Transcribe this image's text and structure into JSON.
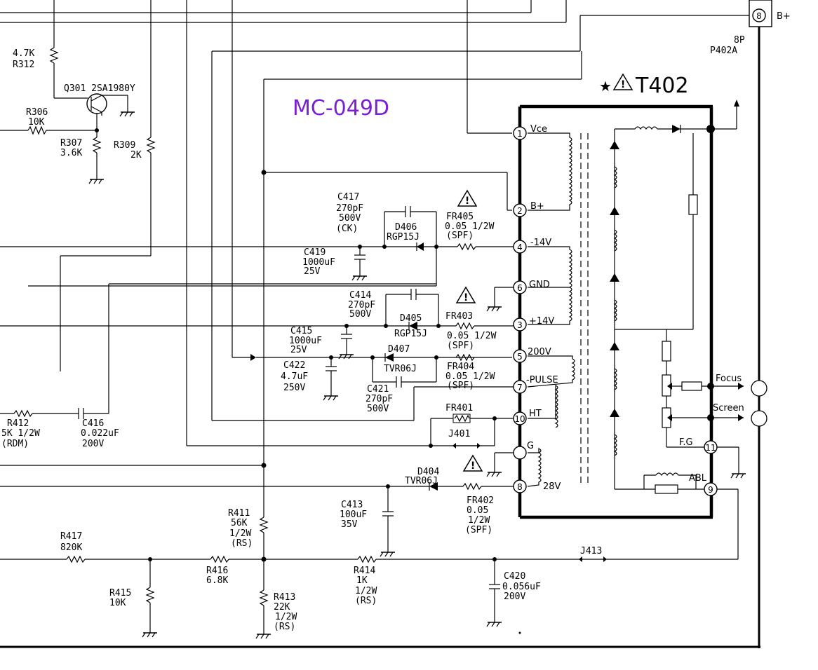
{
  "board_id": "MC-049D",
  "transformer": {
    "ref": "T402",
    "pins": [
      {
        "num": "1",
        "label": "Vce"
      },
      {
        "num": "2",
        "label": "B+"
      },
      {
        "num": "4",
        "label": "-14V"
      },
      {
        "num": "6",
        "label": "GND"
      },
      {
        "num": "3",
        "label": "+14V"
      },
      {
        "num": "5",
        "label": "200V"
      },
      {
        "num": "7",
        "label": "-PULSE"
      },
      {
        "num": "10",
        "label": "HT"
      },
      {
        "num": "",
        "label": "G"
      },
      {
        "num": "8",
        "label": "28V"
      },
      {
        "num": "11",
        "label": "F.G"
      },
      {
        "num": "9",
        "label": "ABL"
      }
    ],
    "outputs": [
      "Focus",
      "Screen"
    ]
  },
  "connector": {
    "pin": "8",
    "label": "B+",
    "ref": "8P",
    "name": "P402A"
  },
  "components": {
    "r312": [
      "4.7K",
      "R312"
    ],
    "q301": [
      "Q301 2SA1980Y"
    ],
    "r306": [
      "R306",
      "10K"
    ],
    "r307": [
      "R307",
      "3.6K"
    ],
    "r309": [
      "R309",
      "2K"
    ],
    "c417": [
      "C417",
      "270pF",
      "500V",
      "(CK)"
    ],
    "d406": [
      "D406",
      "RGP15J"
    ],
    "fr405": [
      "FR405",
      "0.05 1/2W",
      "(SPF)"
    ],
    "c419": [
      "C419",
      "1000uF",
      "25V"
    ],
    "c414": [
      "C414",
      "270pF",
      "500V"
    ],
    "d405": [
      "D405",
      "RGP15J"
    ],
    "fr403": [
      "FR403",
      "0.05 1/2W",
      "(SPF)"
    ],
    "c415": [
      "C415",
      "1000uF",
      "25V"
    ],
    "d407": [
      "D407",
      "TVR06J"
    ],
    "fr404": [
      "FR404",
      "0.05 1/2W",
      "(SPF)"
    ],
    "c422": [
      "C422",
      "4.7uF",
      "250V"
    ],
    "c421": [
      "C421",
      "270pF",
      "500V"
    ],
    "fr401": [
      "FR401"
    ],
    "j401": [
      "J401"
    ],
    "r412": [
      "R412",
      "5K 1/2W",
      "(RDM)"
    ],
    "c416": [
      "C416",
      "0.022uF",
      "200V"
    ],
    "d404": [
      "D404",
      "TVR06J"
    ],
    "fr402": [
      "FR402",
      "0.05",
      "1/2W",
      "(SPF)"
    ],
    "c413": [
      "C413",
      "100uF",
      "35V"
    ],
    "r411": [
      "R411",
      "56K",
      "1/2W",
      "(RS)"
    ],
    "r417": [
      "R417",
      "820K"
    ],
    "r416": [
      "R416",
      "6.8K"
    ],
    "r414": [
      "R414",
      "1K",
      "1/2W",
      "(RS)"
    ],
    "c420": [
      "C420",
      "0.056uF",
      "200V"
    ],
    "j413": [
      "J413"
    ],
    "r415": [
      "R415",
      "10K"
    ],
    "r413": [
      "R413",
      "22K",
      "1/2W",
      "(RS)"
    ]
  }
}
